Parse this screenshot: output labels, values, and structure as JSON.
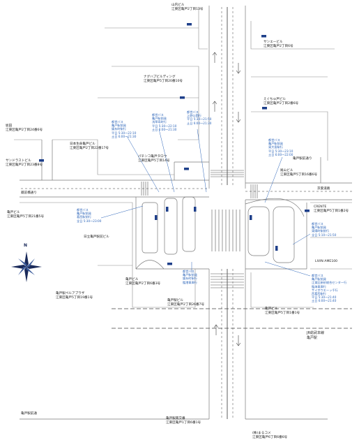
{
  "map": {
    "colors": {
      "road": "#7a7a7a",
      "building": "#8c8c8c",
      "accent_blue": "#2a63b8",
      "bus_stop": "#1e3f8a",
      "compass": "#1a2a5a"
    },
    "buildings": [
      {
        "id": "b1",
        "name": "山内ビル",
        "address": "江東区亀戸2丁目13号"
      },
      {
        "id": "b2",
        "name": "サンエービル",
        "address": "江東区亀戸2丁目6号"
      },
      {
        "id": "b3",
        "name": "ナグハプビルディング",
        "address": "江東区亀戸5丁目20番10号"
      },
      {
        "id": "b4",
        "name": "えぐちゅ戸ビル",
        "address": "江東区亀戸2丁目2番6号"
      },
      {
        "id": "b5",
        "name": "坂田",
        "address": "江東区亀戸2丁目24番6号"
      },
      {
        "id": "b6",
        "name": "日本生命亀戸ビル",
        "address": "江東区亀戸2丁目22番17号"
      },
      {
        "id": "b7",
        "name": "サンドラストビル",
        "address": "江東区亀戸2丁目23番8号"
      },
      {
        "id": "b8",
        "name": "パチンコ亀戸タロウ",
        "address": "江東区亀戸5丁目14号"
      },
      {
        "id": "b9",
        "name": "尾山ビル",
        "address": "江東区亀戸5丁目16番6号"
      },
      {
        "id": "b10",
        "name": "亀戸ビル",
        "address": "江東区亀戸5丁目21番5号"
      },
      {
        "id": "b11",
        "name": "CRENTE",
        "address": "江東区亀戸5丁目1番2号"
      },
      {
        "id": "b12",
        "name": "日立亀戸駅前ビル",
        "address": ""
      },
      {
        "id": "b13",
        "name": "亀戸ビル",
        "address": "江東区亀戸2丁目6番3号"
      },
      {
        "id": "b14",
        "name": "LIVIN AME100",
        "address": ""
      },
      {
        "id": "b15",
        "name": "亀戸駅ペルアプラザ",
        "address": "江東区亀戸5丁目19番1号"
      },
      {
        "id": "b16",
        "name": "亀戸駅ビル",
        "address": "江東区亀戸2丁目26番7号"
      },
      {
        "id": "b17",
        "name": "亀戸ビル",
        "address": "江東区亀戸5丁目1番1号"
      },
      {
        "id": "b18",
        "name": "亀戸駅南交番",
        "address": "江東区亀戸1丁目6番1号"
      },
      {
        "id": "b19",
        "name": "(株)まるコメ",
        "address": "江東区亀戸6丁目6番6号"
      },
      {
        "id": "b20",
        "name": "亀戸駅前通",
        "address": ""
      }
    ],
    "bus_stops": [
      {
        "id": "s1",
        "title": "都営バス",
        "lines": "亀戸駅前発\n錦糸町駅行\n平日 5:30～22:10\n土日 6:00～21:30"
      },
      {
        "id": "s2",
        "title": "都営バス",
        "lines": "亀戸駅前発\n浅草寿町行\n平日 5:30～22:10\n土日 6:00～21:30"
      },
      {
        "id": "s3",
        "title": "都営バス",
        "lines": "上野公園行\n平日 5:30～21:50\n土日 6:00～21:30"
      },
      {
        "id": "s4",
        "title": "都営バス",
        "lines": "亀戸駅前発\n東大島駅行\n平日 5:30～23:10\n土日 6:00～22:00"
      },
      {
        "id": "s5",
        "title": "都営バス",
        "lines": "亀戸駅前発\n葛西駅前行\n全日 5:30～23:00"
      },
      {
        "id": "s6",
        "title": "都営バス",
        "lines": "亀戸駅前発\n東陽町駅前行\n全日 5:10～21:50"
      },
      {
        "id": "s7",
        "title": "都営バス",
        "lines": "亀戸駅前発\n江東区新砂総合センター行\n臨海車庫行\nサイボウエーッ千行\n西葛西駅行\n平日 5:30～21:40\n土日 6:00～21:40"
      },
      {
        "id": "s8",
        "title": "都営バス",
        "lines": "亀戸駅前発\n錦糸町駅行\n臨港車庫行"
      }
    ],
    "streets": [
      {
        "id": "st1",
        "name": "蔵前橋通り"
      },
      {
        "id": "st2",
        "name": "亀戸駅前通り"
      },
      {
        "id": "st3",
        "name": "京葉道路"
      }
    ],
    "railway": {
      "name": "JR総武本線",
      "station": "亀戸駅"
    },
    "compass": {
      "north_label": "N"
    }
  }
}
